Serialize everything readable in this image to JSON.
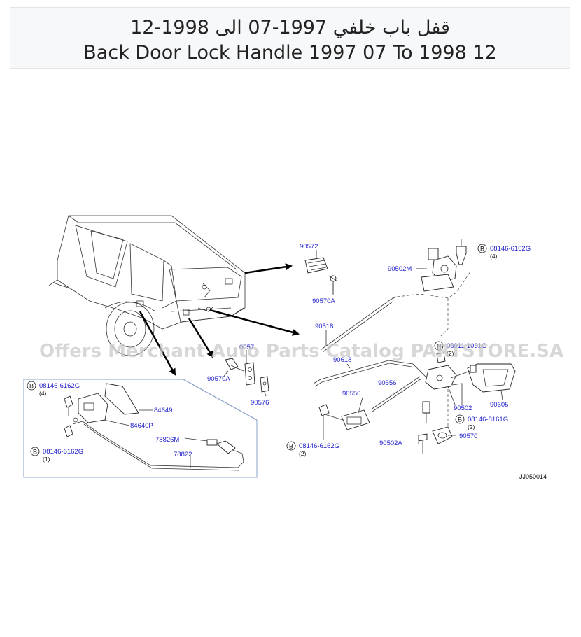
{
  "header": {
    "title_ar": "قفل باب خلفي 1997-07 الى 1998-12",
    "title_en": "Back Door Lock Handle 1997 07 To 1998 12"
  },
  "watermark": "Offers Merchant Auto Parts Catalog PARTSTORE.SA",
  "diagram_code": "JJ050014",
  "part_labels": {
    "p90572": "90572",
    "p90570A_top": "90570A",
    "p90502M": "90502M",
    "p08146_6162G_top": "08146-6162G",
    "qty_top": "(4)",
    "p90518": "90518",
    "p90618": "90618",
    "p0057": "0057",
    "p90570A_mid": "90570A",
    "p90576": "90576",
    "p08911_1061G": "08911-1061G",
    "qty_n": "(2)",
    "p90556": "90556",
    "p90550": "90550",
    "p90502": "90502",
    "p90605": "90605",
    "p08146_8161G": "08146-8161G",
    "qty_8161": "(2)",
    "p90570": "90570",
    "p90502A": "90502A",
    "p08146_6162G_bottom": "08146-6162G",
    "qty_bottom": "(2)",
    "inset_08146_top": "08146-6162G",
    "inset_qty_top": "(4)",
    "p84649": "84649",
    "p84640P": "84640P",
    "p78826M": "78826M",
    "p78822": "78822",
    "inset_08146_bottom": "08146-6162G",
    "inset_qty_bottom": "(1)",
    "badge_b": "B",
    "badge_n": "N"
  }
}
